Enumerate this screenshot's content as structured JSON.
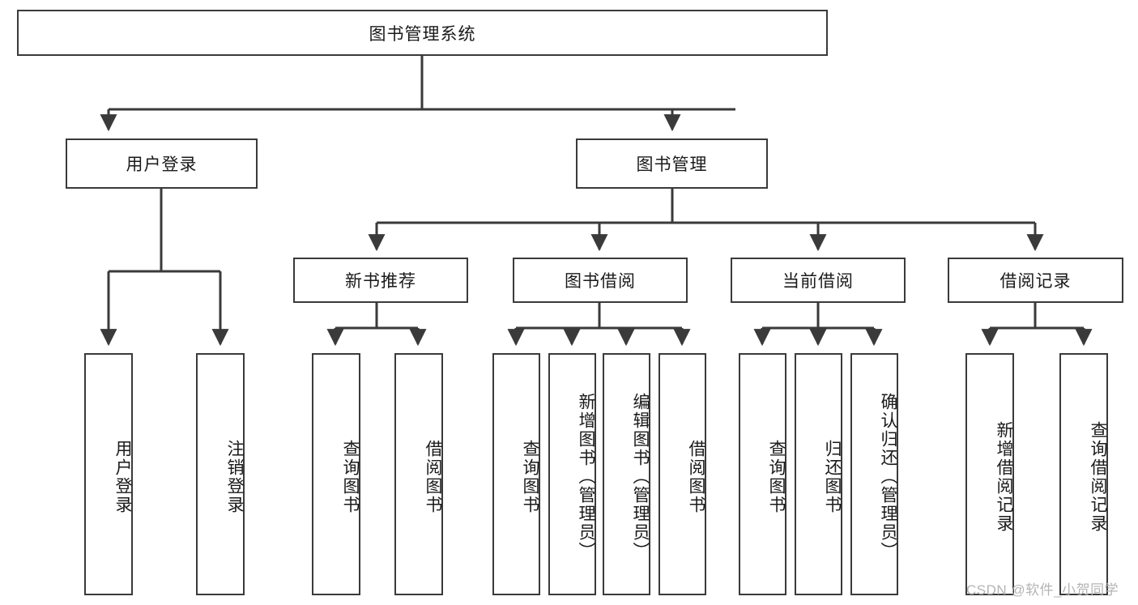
{
  "diagram": {
    "title": "图书管理系统",
    "type": "tree",
    "root": {
      "label": "图书管理系统"
    },
    "level2": [
      {
        "label": "用户登录"
      },
      {
        "label": "图书管理"
      }
    ],
    "level3": [
      {
        "label": "新书推荐"
      },
      {
        "label": "图书借阅"
      },
      {
        "label": "当前借阅"
      },
      {
        "label": "借阅记录"
      }
    ],
    "leaves": {
      "user_login": [
        {
          "label": "用户登录"
        },
        {
          "label": "注销登录"
        }
      ],
      "new_book_recommend": [
        {
          "label": "查询图书"
        },
        {
          "label": "借阅图书"
        }
      ],
      "book_borrow": [
        {
          "label": "查询图书"
        },
        {
          "label": "新增图书（管理员）"
        },
        {
          "label": "编辑图书（管理员）"
        },
        {
          "label": "借阅图书"
        }
      ],
      "current_borrow": [
        {
          "label": "查询图书"
        },
        {
          "label": "归还图书"
        },
        {
          "label": "确认归还（管理员）"
        }
      ],
      "borrow_record": [
        {
          "label": "新增借阅记录"
        },
        {
          "label": "查询借阅记录"
        }
      ]
    }
  },
  "watermark": {
    "text": "CSDN @软件_小贺同学"
  },
  "colors": {
    "box_border": "#3a3a3a",
    "line": "#3a3a3a",
    "text": "#1a1a1a",
    "background": "#ffffff",
    "watermark": "#b4b4b4"
  }
}
